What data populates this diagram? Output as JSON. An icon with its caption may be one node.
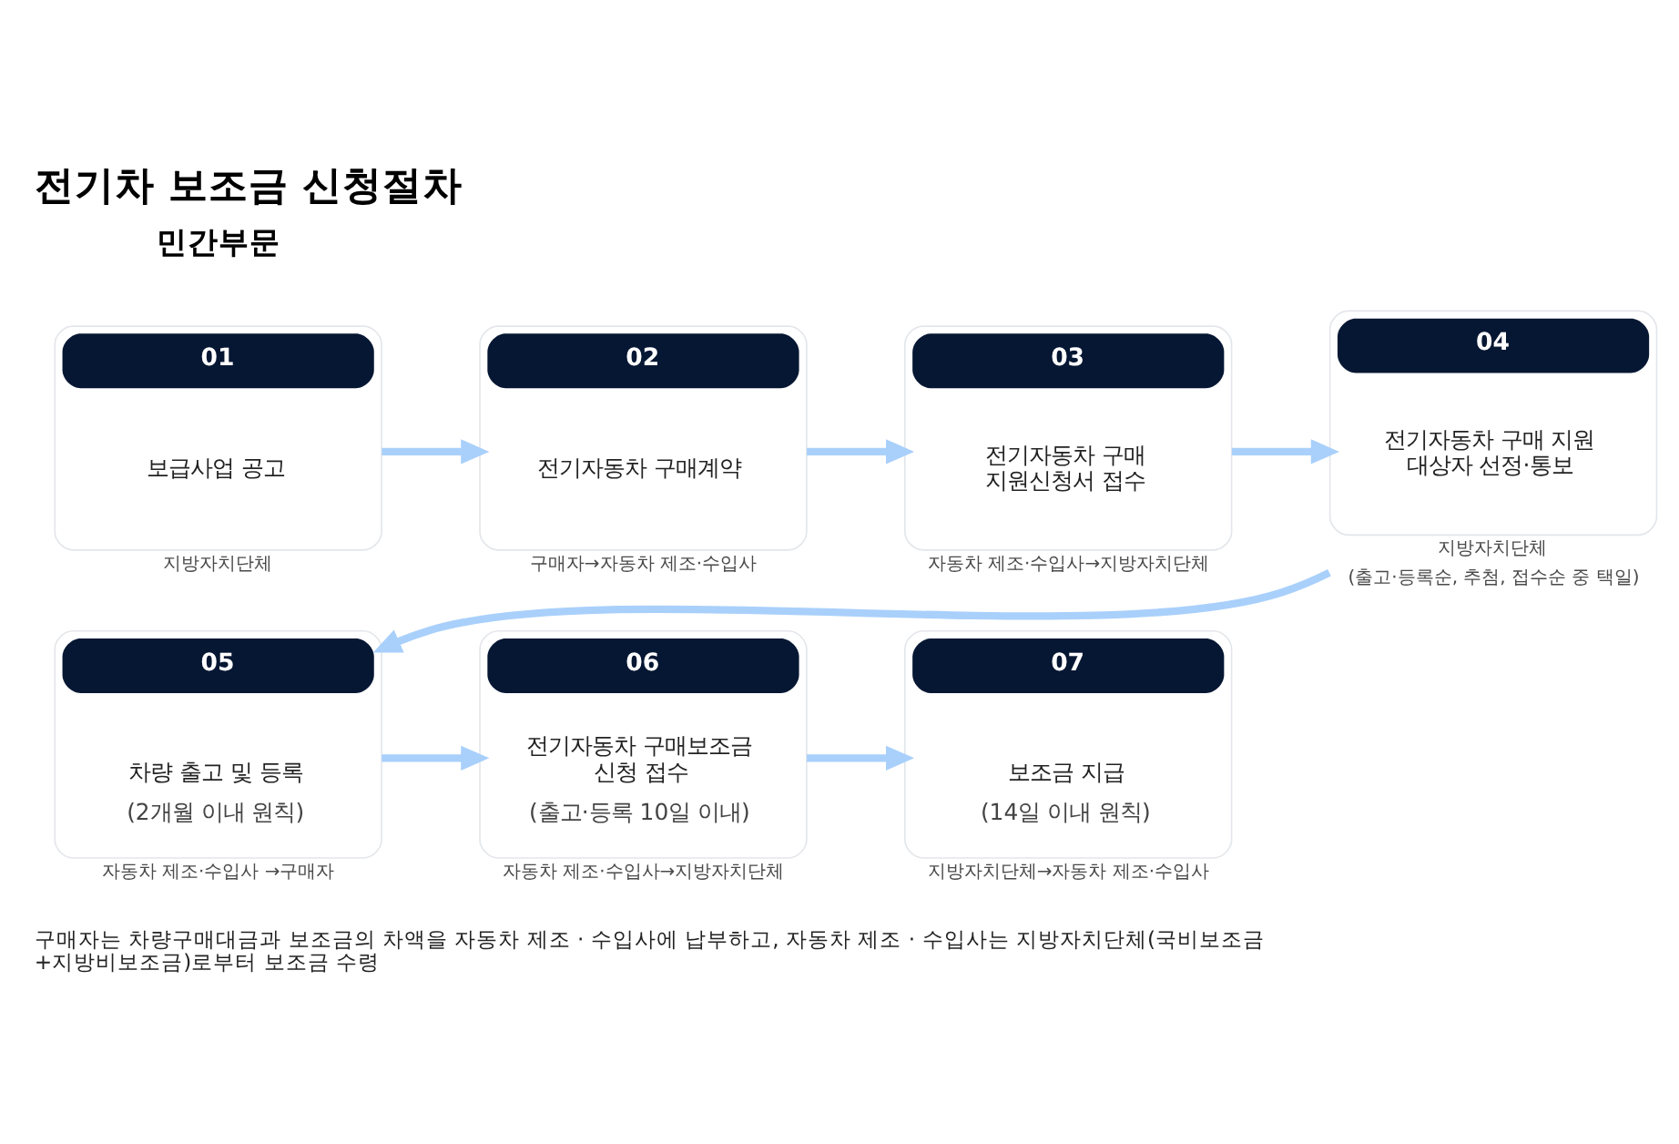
{
  "diagram": {
    "title": "전기차 보조금 신청절차",
    "nodes": [
      {
        "text": [
          "01",
          "보급사업 공고"
        ],
        "beside": [
          "지방자치단체"
        ]
      },
      {
        "text": [
          "02",
          "전기자동차 구매계약"
        ],
        "beside": [
          "구매자→자동차 제조·수입사"
        ]
      },
      {
        "text": [
          "03",
          "전기자동차 구매 지원신청서 접수"
        ],
        "beside": [
          "자동차 제조·수입사→지방자치단체"
        ]
      },
      {
        "text": [
          "04",
          "전기자동차 구매 지원 대상자 선정·통보"
        ],
        "beside": [
          "지방자치단체",
          "(출고·등록순, 추첨, 접수순 중 택일)"
        ]
      },
      {
        "text": [
          "05",
          "차량 출고 및 등록",
          "(2개월 이내 원칙)"
        ],
        "beside": [
          "자동차 제조·수입사 →구매자"
        ]
      },
      {
        "text": [
          "06",
          "전기자동차 구매보조금 신청 접수",
          "(출고·등록 10일 이내)"
        ],
        "beside": [
          "자동차 제조·수입사→지방자치단체"
        ]
      },
      {
        "text": [
          "07",
          "보조금 지급",
          "(14일 이내 원칙)"
        ],
        "beside": [
          "지방자치단체→자동차 제조·수입사"
        ]
      }
    ],
    "edges": [
      {
        "from": 0,
        "to": 1,
        "arrow": "to"
      },
      {
        "from": 1,
        "to": 2,
        "arrow": "to"
      },
      {
        "from": 2,
        "to": 3,
        "arrow": "to"
      },
      {
        "from": 3,
        "to": 4,
        "arrow": "to"
      },
      {
        "from": 4,
        "to": 5,
        "arrow": "to"
      },
      {
        "from": 5,
        "to": 6,
        "arrow": "to"
      }
    ],
    "labels": [
      "민간부문",
      "구매자는 차량구매대금과 보조금의 차액을 자동차 제조 · 수입사에 납부하고, 자동차 제조 · 수입사는 지방자치단체(국비보조금 +지방비보조금)로부터 보조금 수령"
    ]
  }
}
